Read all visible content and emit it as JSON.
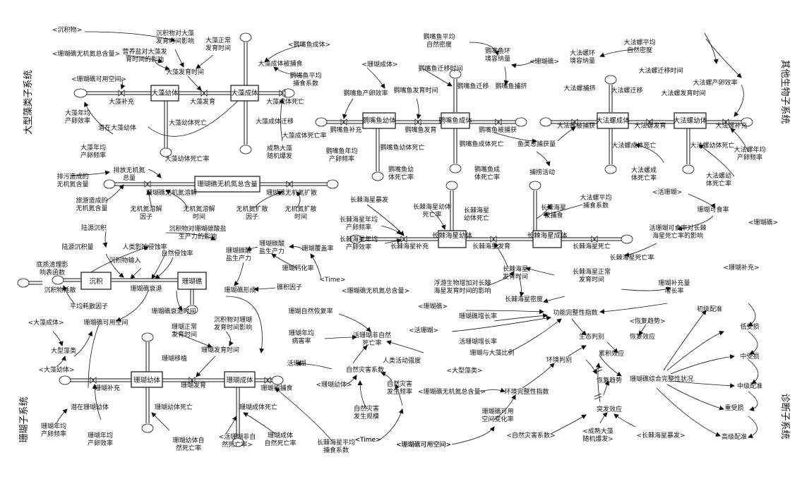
{
  "subsystems": {
    "macroalgae": "大型藻类子系统",
    "other": "其他生物子系统",
    "coral": "珊瑚子系统",
    "diagnosis": "诊断子系统"
  },
  "stocks": {
    "algae_juv": "大藻幼体",
    "algae_adult": "大藻成体",
    "parrot_juv": "鹦嘴鱼幼体",
    "parrot_adult": "鹦嘴鱼成体",
    "conch_adult": "大法螺成体",
    "conch_juv": "大法螺幼体",
    "nitrogen": "珊瑚礁无机氮总含量",
    "cots_juv": "长棘海星幼体",
    "cots_adult": "长棘海星成体",
    "sediment": "沉积",
    "reef": "珊瑚礁",
    "coral_juv": "珊瑚幼体",
    "coral_adult": "珊瑚成体"
  },
  "labels": {
    "l01": "<沉积物>",
    "l02": "沉积物对大藻",
    "l02b": "发育时间影响",
    "l03": "大藻正常",
    "l03b": "发育时间",
    "l04": "<珊瑚礁无机氮总含量>",
    "l05": "营养盐对大藻发",
    "l05b": "育时间的影响",
    "l06": "<鹦嘴鱼成体>",
    "l07": "大藻发育时间",
    "l08": "<珊瑚礁可用空间>",
    "l09": "大藻成体被捕食",
    "l10": "鹦嘴鱼平均",
    "l10b": "捕食系数",
    "l11": "大藻补充",
    "l12": "大藻发育",
    "l13": "大藻成体死亡",
    "l14": "大藻年均",
    "l14b": "产卵效率",
    "l15": "大藻幼体死亡",
    "l16": "大藻成体迁移",
    "l17": "潜在大藻幼体",
    "l18": "大藻成体死亡率",
    "l19": "大藻年均",
    "l19b": "产卵频率",
    "l20": "成熟大藻",
    "l20b": "随机爆发",
    "l21": "大藻幼体死亡率",
    "l22": "鹦嘴鱼平均",
    "l22b": "自然密度",
    "l23": "鹦嘴鱼环",
    "l23b": "境容纳量",
    "l24": "<珊瑚成体>",
    "l25": "鹦嘴鱼迁移时间",
    "l26": "<珊瑚礁>",
    "l27": "鹦嘴鱼迁移",
    "l28": "鹦嘴鱼捕挤",
    "l29": "鹦嘴鱼产卵效率",
    "l30": "鹦嘴鱼发育时间",
    "l31": "鹦嘴鱼补充",
    "l32": "鹦嘴鱼发育",
    "l33": "鹦嘴鱼被捕获",
    "l34": "鹦嘴鱼年均",
    "l34b": "产卵频率",
    "l35": "鹦嘴鱼幼体死亡",
    "l36": "鹦嘴鱼成体死亡",
    "l37": "鹦嘴鱼幼",
    "l37b": "体死亡率",
    "l38": "鹦嘴鱼成",
    "l38b": "体死亡率",
    "l39": "鱼类总捕获量",
    "l40": "捕捞活动",
    "l41": "大法螺平均",
    "l41b": "自然密度",
    "l42": "大法螺环",
    "l42b": "境容纳量",
    "l43": "大法螺迁移时间",
    "l44": "大法螺产卵效率",
    "l45": "大法螺捕挤",
    "l46": "大法螺迁移",
    "l47": "大法螺发育时间",
    "l48": "大法螺被捕获",
    "l49": "大法螺发育",
    "l50": "大法螺补充",
    "l51": "大法螺成体死亡",
    "l52": "大法螺幼体死亡",
    "l53": "大法螺成",
    "l53b": "体死亡率",
    "l54": "大法螺年均",
    "l54b": "产卵频率",
    "l55": "大法螺幼",
    "l55b": "体死亡率",
    "l56": "排污造成的",
    "l56b": "无机氮含量",
    "l57": "排放无机氮",
    "l57b": "总量",
    "l58": "旅游造成的",
    "l58b": "无机氮含量",
    "l59": "珊瑚礁无机氮溶解",
    "l60": "珊瑚礁无机氮扩散",
    "l61": "无机氮溶解",
    "l61b": "因子",
    "l62": "无机氮溶解",
    "l62b": "时间",
    "l63": "无机氮扩散",
    "l63b": "因子",
    "l64": "无机氮扩散",
    "l64b": "时间",
    "l65": "长棘海星暴发",
    "l66": "长棘海星幼体",
    "l66b": "死亡率",
    "l67": "长棘海星",
    "l67b": "幼体死亡",
    "l68": "长棘海星",
    "l68b": "被捕食",
    "l69": "大法螺平均",
    "l69b": "捕食系数",
    "l70": "长棘海星年均",
    "l70b": "产卵频率",
    "l71": "长棘海星年均",
    "l71b": "产卵效率",
    "l72": "长棘海星补充",
    "l73": "长棘海星发育",
    "l74": "长棘海星死亡",
    "l75": "长棘海星",
    "l75b": "发育时间",
    "l76": "长棘海星正常",
    "l76b": "发育时间",
    "l77": "长棘海星死亡率",
    "l78": "<活珊瑚>",
    "l79": "珊瑚可食率",
    "l80": "活珊瑚可食率对长棘",
    "l80b": "海星死亡率的影响",
    "l81": "<珊瑚礁>",
    "l82": "浮游生物增加对长棘",
    "l82b": "海星发育时间的影响",
    "l83": "<珊瑚礁无机氮总含量>",
    "l84": "长棘海星密度",
    "l85": "<珊瑚补充>",
    "l86": "珊瑚补充量",
    "l86b": "增长率",
    "l87": "<珊瑚礁>",
    "l88": "珊瑚礁增长率",
    "l89": "功能完整性指数",
    "l90": "<活珊瑚>",
    "l91": "活珊瑚增长率",
    "l92": "生态判别",
    "l93": "珊瑚与大藻比例",
    "l94": "<大型藻类>",
    "l95": "<恢复趋势>",
    "l96": "恢复效应",
    "l97": "初级配准",
    "l98": "低受损",
    "l99": "累积效应",
    "l100": "环境判别",
    "l101": "恢复趋势",
    "l102": "珊瑚礁综合完整性状况",
    "l103": "中受损",
    "l104": "中级配准",
    "l105": "重受损",
    "l106": "高级配准",
    "l107": "<珊瑚礁无机氮总含量>",
    "l108": "环境完整性指数",
    "l109": "突发效应",
    "l110": "珊瑚礁可用",
    "l110b": "空间变化率",
    "l111": "<自然灾害系数>",
    "l112": "<成熟大藻",
    "l112b": "随机爆发>",
    "l113": "<长棘海星暴发>",
    "l114": "<珊瑚礁可用空间>",
    "l115": "陆源沉积",
    "l116": "陆源沉积量",
    "l117": "沉积物对珊瑚碳酸盐",
    "l117b": "生产力的影响",
    "l118": "人类影响侵蚀率",
    "l119": "自然侵蚀率",
    "l120": "沉积物输入",
    "l121": "底质清理影",
    "l121b": "响表函数",
    "l122": "沉积物耗散",
    "l123": "珊瑚礁衰退",
    "l124": "珊瑚礁形成",
    "l125": "珊瑚碳酸",
    "l125b": "盐生产力",
    "l126": "珊瑚碳酸",
    "l126b": "盐生产力",
    "l127": "珊瑚覆盖率",
    "l128": "珊瑚钙化率",
    "l129": "<Time>",
    "l130": "礁积因子",
    "l131": "平均耗散因子",
    "l132": "珊瑚礁衰退时间",
    "l133": "<大藻成体>",
    "l134": "珊瑚礁可用空间",
    "l135": "大型藻类",
    "l136": "<大藻幼体>",
    "l137": "珊瑚正常",
    "l137b": "发育时间",
    "l138": "沉积物对珊瑚",
    "l138b": "发育时间影响",
    "l139": "珊瑚发育时间",
    "l140": "珊瑚移植",
    "l141": "珊瑚补充",
    "l142": "珊瑚发育",
    "l143": "珊瑚被捕食",
    "l144": "潜在珊瑚幼体",
    "l145": "珊瑚幼体死亡",
    "l146": "珊瑚成体死亡",
    "l147": "珊瑚年均",
    "l147b": "产卵频率",
    "l148": "珊瑚年均",
    "l148b": "产卵效率",
    "l149": "珊瑚幼体自",
    "l149b": "然死亡率",
    "l150": "<活珊瑚非自",
    "l150b": "然死亡率>",
    "l151": "珊瑚成体",
    "l151b": "自然死亡率",
    "l152": "长棘海星平均",
    "l152b": "捕食系数",
    "l153": "珊瑚自然恢复率",
    "l154": "珊瑚年均",
    "l154b": "病害率",
    "l155": "活珊瑚非自然",
    "l155b": "死亡率",
    "l156": "活珊瑚",
    "l157": "人类活动强度",
    "l158": "自然灾害系数",
    "l159": "<珊瑚幼体>",
    "l160": "自然灾害",
    "l160b": "发生频率",
    "l161": "自然灾害",
    "l161b": "发生规模",
    "l162": "<Time>",
    "l163": "<珊瑚礁可用空间>",
    "l164": "<Time>"
  }
}
